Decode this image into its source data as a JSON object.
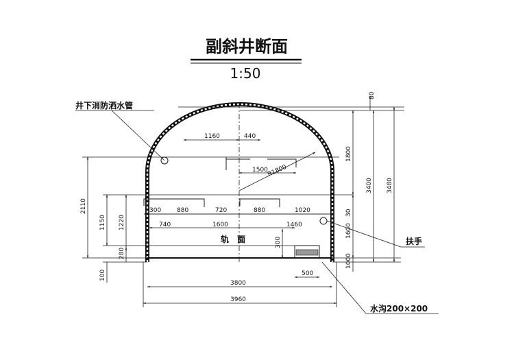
{
  "title": "副斜井断面",
  "scale": "1:50",
  "labels": {
    "fire_pipe": "井下消防洒水管",
    "handrail": "扶手",
    "rail_surface": "轨　面",
    "drain": "水沟200×200",
    "radius": "R1800"
  },
  "dimensions": {
    "d_80": "80",
    "d_1160": "1160",
    "d_440": "440",
    "d_1500": "1500",
    "d_1800": "1800",
    "d_3400": "3400",
    "d_3480": "3480",
    "d_2110": "2110",
    "d_1150": "1150",
    "d_1220": "1220",
    "d_280": "280",
    "d_100": "100",
    "d_300": "300",
    "d_880a": "880",
    "d_720": "720",
    "d_880b": "880",
    "d_1020": "1020",
    "d_740": "740",
    "d_1600": "1600",
    "d_1460": "1460",
    "d_30": "30",
    "d_1600v": "1600",
    "d_300v": "300",
    "d_1000v": "1000",
    "d_500": "500",
    "d_3800": "3800",
    "d_3960": "3960"
  }
}
